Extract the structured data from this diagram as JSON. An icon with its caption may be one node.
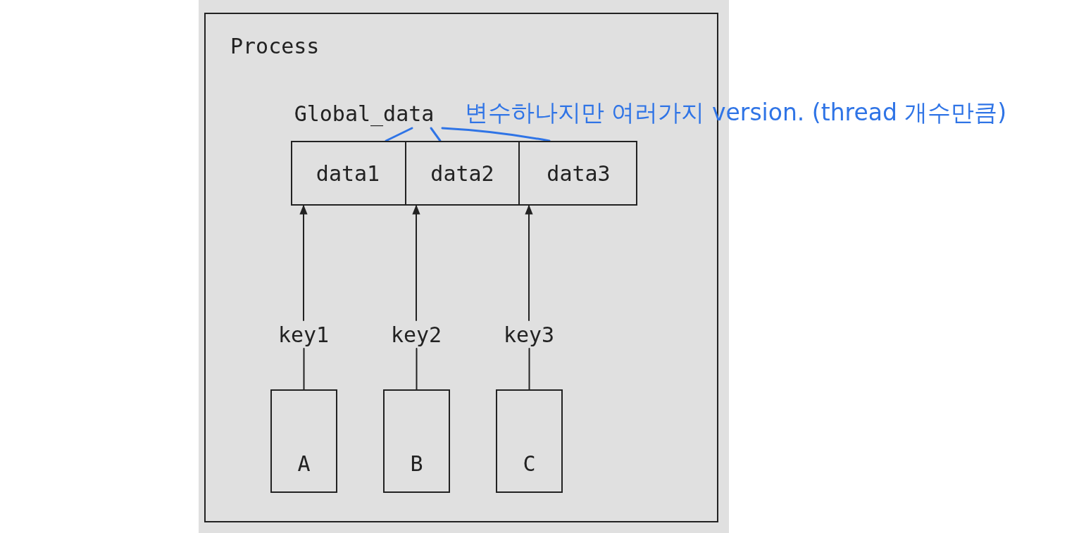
{
  "diagram": {
    "nodes": [
      {
        "text": [
          "Process"
        ]
      },
      {
        "text": [
          "Global_data"
        ],
        "in": 0
      },
      {
        "text": [],
        "shape": "box",
        "in": 0
      },
      {
        "text": [
          "data1"
        ],
        "in": 2
      },
      {
        "text": [
          "data2"
        ],
        "in": 2
      },
      {
        "text": [
          "data3"
        ],
        "in": 2
      },
      {
        "text": [
          "key1"
        ],
        "in": 0
      },
      {
        "text": [
          "key2"
        ],
        "in": 0
      },
      {
        "text": [
          "key3"
        ],
        "in": 0
      },
      {
        "text": [
          "A"
        ],
        "in": 0
      },
      {
        "text": [
          "B"
        ],
        "in": 0
      },
      {
        "text": [
          "C"
        ],
        "in": 0
      }
    ],
    "edges": [
      {
        "from": 1,
        "to": 3,
        "arrow": "none",
        "color": "#2f74e6"
      },
      {
        "from": 1,
        "to": 4,
        "arrow": "none",
        "color": "#2f74e6"
      },
      {
        "from": 1,
        "to": 5,
        "arrow": "none",
        "color": "#2f74e6"
      },
      {
        "from": 6,
        "to": 3,
        "arrow": "to"
      },
      {
        "from": 7,
        "to": 4,
        "arrow": "to"
      },
      {
        "from": 8,
        "to": 5,
        "arrow": "to"
      },
      {
        "from": 9,
        "to": 6,
        "arrow": "none"
      },
      {
        "from": 10,
        "to": 7,
        "arrow": "none"
      },
      {
        "from": 11,
        "to": 8,
        "arrow": "none"
      }
    ],
    "labels": [
      "변수하나지만 여러가지 version. (thread 개수만큼)"
    ]
  }
}
